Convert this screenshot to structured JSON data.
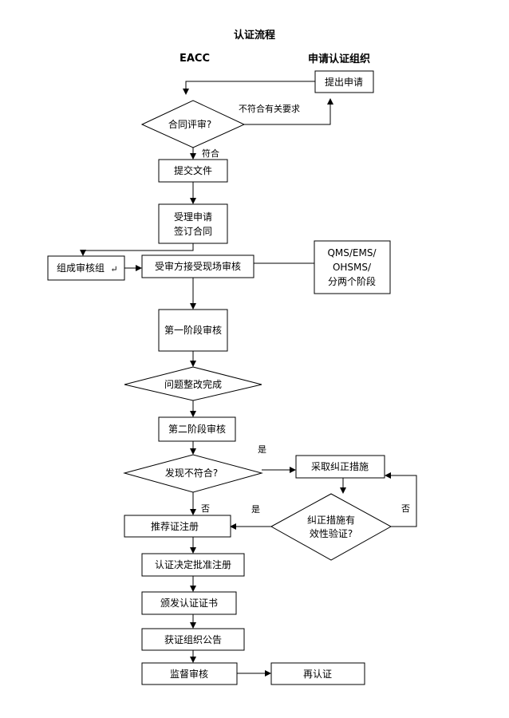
{
  "title": "认证流程",
  "header": {
    "left": "EACC",
    "right": "申请认证组织"
  },
  "nodes": {
    "apply": "提出申请",
    "contract_review": "合同评审?",
    "submit_docs": "提交文件",
    "accept_line1": "受理申请",
    "accept_line2": "签订合同",
    "form_team": "组成审核组",
    "form_team_mark": "↵",
    "onsite": "受审方接受现场审核",
    "note_line1": "QMS/EMS/",
    "note_line2": "OHSMS/",
    "note_line3": "分两个阶段",
    "stage1": "第一阶段审核",
    "rectify_done": "问题整改完成",
    "stage2": "第二阶段审核",
    "find_nc": "发现不符合?",
    "corrective": "采取纠正措施",
    "verify_line1": "纠正措施有",
    "verify_line2": "效性验证?",
    "recommend": "推荐证注册",
    "approve": "认证决定批准注册",
    "issue_cert": "颁发认证证书",
    "announce": "获证组织公告",
    "surveillance": "监督审核",
    "recert": "再认证"
  },
  "edge_labels": {
    "not_meet": "不符合有关要求",
    "meet": "符合",
    "yes_top": "是",
    "no_left": "否",
    "yes_mid": "是",
    "no_right": "否"
  }
}
